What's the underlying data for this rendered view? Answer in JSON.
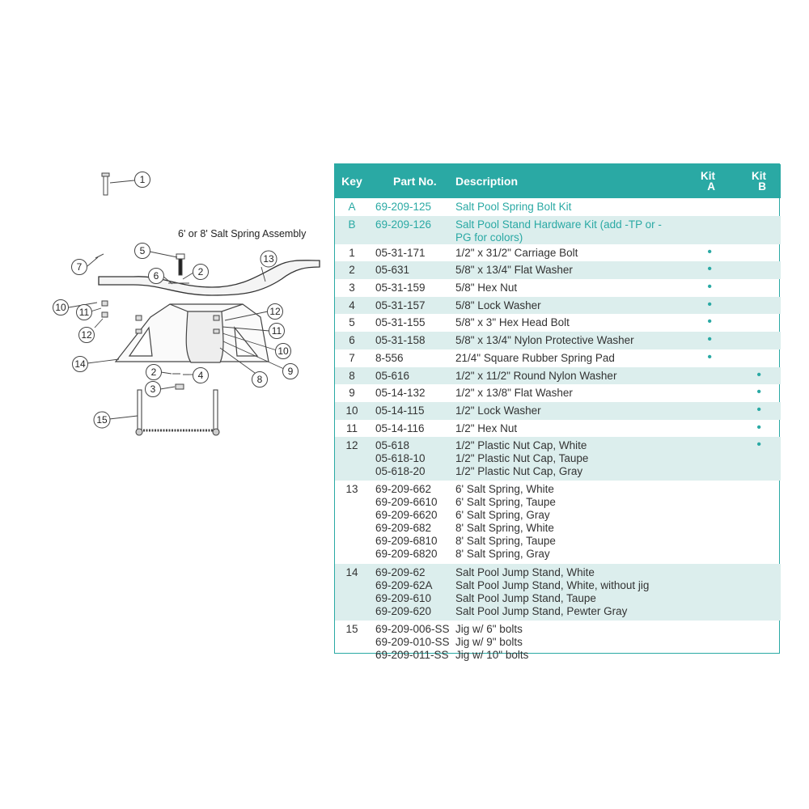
{
  "diagram": {
    "title": "6' or 8' Salt Spring Assembly",
    "callouts": [
      "1",
      "2",
      "3",
      "4",
      "5",
      "6",
      "7",
      "8",
      "9",
      "10",
      "11",
      "12",
      "13",
      "14",
      "15"
    ]
  },
  "table": {
    "headers": {
      "key": "Key",
      "part": "Part No.",
      "desc": "Description",
      "kit_a_1": "Kit",
      "kit_a_2": "A",
      "kit_b_1": "Kit",
      "kit_b_2": "B"
    },
    "rows": [
      {
        "key": "A",
        "parts": [
          "69-209-125"
        ],
        "desc": [
          "Salt Pool Spring Bolt Kit"
        ],
        "kit_a": "",
        "kit_b": ""
      },
      {
        "key": "B",
        "parts": [
          "69-209-126"
        ],
        "desc": [
          "Salt Pool Stand Hardware Kit (add -TP or -PG for colors)"
        ],
        "kit_a": "",
        "kit_b": ""
      },
      {
        "key": "1",
        "parts": [
          "05-31-171"
        ],
        "desc": [
          "1/2\" x 31/2\" Carriage Bolt"
        ],
        "kit_a": "•",
        "kit_b": ""
      },
      {
        "key": "2",
        "parts": [
          "05-631"
        ],
        "desc": [
          "5/8\" x 13/4\" Flat Washer"
        ],
        "kit_a": "•",
        "kit_b": ""
      },
      {
        "key": "3",
        "parts": [
          "05-31-159"
        ],
        "desc": [
          "5/8\" Hex Nut"
        ],
        "kit_a": "•",
        "kit_b": ""
      },
      {
        "key": "4",
        "parts": [
          "05-31-157"
        ],
        "desc": [
          "5/8\" Lock Washer"
        ],
        "kit_a": "•",
        "kit_b": ""
      },
      {
        "key": "5",
        "parts": [
          "05-31-155"
        ],
        "desc": [
          "5/8\" x 3\" Hex Head Bolt"
        ],
        "kit_a": "•",
        "kit_b": ""
      },
      {
        "key": "6",
        "parts": [
          "05-31-158"
        ],
        "desc": [
          "5/8\" x 13/4\" Nylon Protective Washer"
        ],
        "kit_a": "•",
        "kit_b": ""
      },
      {
        "key": "7",
        "parts": [
          "8-556"
        ],
        "desc": [
          "21/4\" Square Rubber Spring Pad"
        ],
        "kit_a": "•",
        "kit_b": ""
      },
      {
        "key": "8",
        "parts": [
          "05-616"
        ],
        "desc": [
          "1/2\" x 11/2\" Round Nylon Washer"
        ],
        "kit_a": "",
        "kit_b": "•"
      },
      {
        "key": "9",
        "parts": [
          "05-14-132"
        ],
        "desc": [
          "1/2\" x 13/8\" Flat Washer"
        ],
        "kit_a": "",
        "kit_b": "•"
      },
      {
        "key": "10",
        "parts": [
          "05-14-115"
        ],
        "desc": [
          "1/2\" Lock Washer"
        ],
        "kit_a": "",
        "kit_b": "•"
      },
      {
        "key": "11",
        "parts": [
          "05-14-116"
        ],
        "desc": [
          "1/2\" Hex Nut"
        ],
        "kit_a": "",
        "kit_b": "•"
      },
      {
        "key": "12",
        "parts": [
          "05-618",
          "05-618-10",
          "05-618-20"
        ],
        "desc": [
          "1/2\" Plastic Nut Cap, White",
          "1/2\" Plastic Nut Cap, Taupe",
          "1/2\" Plastic Nut Cap, Gray"
        ],
        "kit_a": "",
        "kit_b": "•"
      },
      {
        "key": "13",
        "parts": [
          "69-209-662",
          "69-209-6610",
          "69-209-6620",
          "69-209-682",
          "69-209-6810",
          "69-209-6820"
        ],
        "desc": [
          "6' Salt Spring, White",
          "6' Salt Spring, Taupe",
          "6' Salt Spring, Gray",
          "8' Salt Spring, White",
          "8' Salt Spring, Taupe",
          "8' Salt Spring, Gray"
        ],
        "kit_a": "",
        "kit_b": ""
      },
      {
        "key": "14",
        "parts": [
          "69-209-62",
          "69-209-62A",
          "69-209-610",
          "69-209-620"
        ],
        "desc": [
          "Salt Pool Jump Stand, White",
          "Salt Pool Jump Stand, White, without jig",
          "Salt Pool Jump Stand, Taupe",
          "Salt Pool Jump Stand, Pewter Gray"
        ],
        "kit_a": "",
        "kit_b": ""
      },
      {
        "key": "15",
        "parts": [
          "69-209-006-SS",
          "69-209-010-SS",
          "69-209-011-SS"
        ],
        "desc": [
          "Jig w/ 6\" bolts",
          "Jig w/ 9\" bolts",
          "Jig w/ 10\" bolts"
        ],
        "kit_a": "",
        "kit_b": ""
      }
    ]
  }
}
